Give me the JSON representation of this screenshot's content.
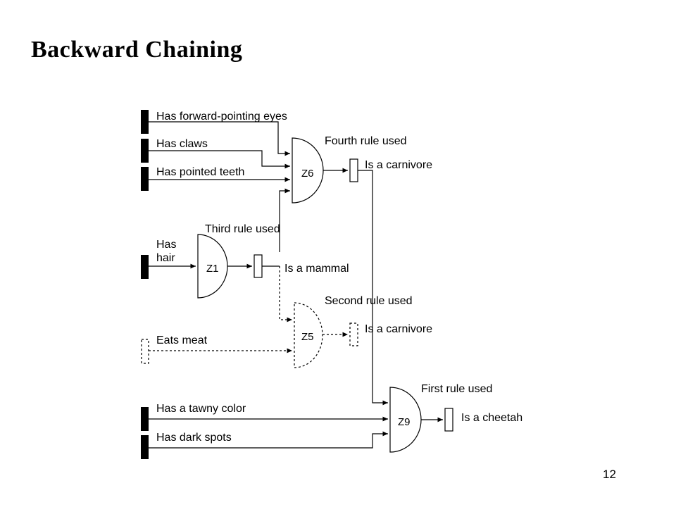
{
  "title": "Backward Chaining",
  "page_number": "12",
  "facts": {
    "forward_eyes": "Has forward-pointing eyes",
    "claws": "Has claws",
    "pointed_teeth": "Has pointed teeth",
    "has": "Has",
    "hair": "hair",
    "eats_meat": "Eats meat",
    "tawny": "Has a tawny color",
    "dark_spots": "Has dark spots"
  },
  "rules": {
    "z6": {
      "gate": "Z6",
      "label": "Fourth rule used",
      "conclusion": "Is a carnivore"
    },
    "z1": {
      "gate": "Z1",
      "label": "Third rule used",
      "conclusion": "Is a mammal"
    },
    "z5": {
      "gate": "Z5",
      "label": "Second rule used",
      "conclusion": "Is a carnivore"
    },
    "z9": {
      "gate": "Z9",
      "label": "First rule used",
      "conclusion": "Is a cheetah"
    }
  }
}
